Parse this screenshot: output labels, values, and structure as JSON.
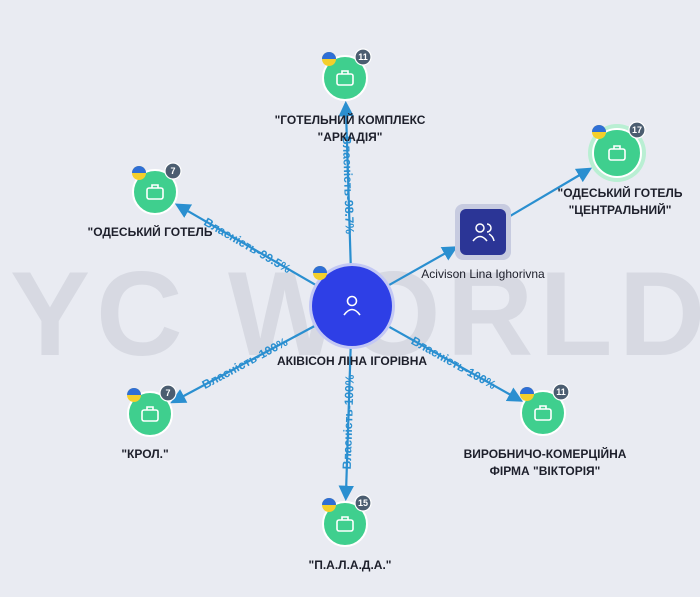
{
  "watermark": "YC WORLD",
  "center": {
    "label": "АКІВІСОН ЛІНА ІГОРІВНА",
    "icon": "person-icon"
  },
  "person_alias": {
    "label": "Acivison Lina Ighorivna",
    "icon": "people-icon"
  },
  "companies": [
    {
      "id": "arkadiya",
      "label_lines": [
        "\"ГОТЕЛЬНИЙ КОМПЛЕКС",
        "\"АРКАДІЯ\""
      ],
      "badge": "11",
      "edge_label": "Власність-98.7%"
    },
    {
      "id": "odeskyi",
      "label_lines": [
        "\"ОДЕСЬКИЙ ГОТЕЛЬ"
      ],
      "badge": "7",
      "edge_label": "Власність-99.5%"
    },
    {
      "id": "tsentralnyi",
      "label_lines": [
        "\"ОДЕСЬКИЙ ГОТЕЛЬ",
        "\"ЦЕНТРАЛЬНИЙ\""
      ],
      "badge": "17",
      "edge_label": ""
    },
    {
      "id": "krol",
      "label_lines": [
        "\"КРОЛ.\""
      ],
      "badge": "7",
      "edge_label": "Власність-100%"
    },
    {
      "id": "viktoriya",
      "label_lines": [
        "ВИРОБНИЧО-КОМЕРЦІЙНА",
        "ФІРМА \"ВІКТОРІЯ\""
      ],
      "badge": "11",
      "edge_label": "Власність-100%"
    },
    {
      "id": "palada",
      "label_lines": [
        "\"П.А.Л.А.Д.А.\""
      ],
      "badge": "15",
      "edge_label": "Власність-100%"
    }
  ],
  "colors": {
    "background": "#e9ebf2",
    "center_node": "#2e3fe6",
    "alias_node": "#2b3596",
    "company_node": "#3fcf8e",
    "company_ring": "#b9efd3",
    "edge": "#2a8fd0",
    "badge": "#4b5d70",
    "flag_blue": "#2f6fd6",
    "flag_yellow": "#f4cf2b"
  }
}
